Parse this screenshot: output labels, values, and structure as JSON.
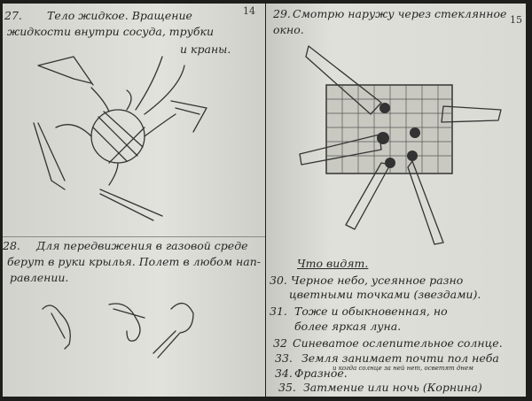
{
  "left_page": {
    "page_number": "14",
    "entry_27": {
      "number": "27.",
      "lines": [
        "Тело жидкое. Вращение",
        "жидкости внутри сосуда, трубки",
        "и краны."
      ]
    },
    "entry_28": {
      "number": "28.",
      "lines": [
        "Для передвижения в газовой среде",
        "берут в руки крылья. Полет в любом нап-",
        "равлении."
      ]
    }
  },
  "right_page": {
    "page_number": "15",
    "entry_29": {
      "number": "29.",
      "lines": [
        "Смотрю наружу через стеклянное",
        "окно."
      ]
    },
    "heading": "Что видят.",
    "items": [
      {
        "number": "30.",
        "lines": [
          "Черное небо, усеянное разно",
          "цветными точками (звездами)."
        ]
      },
      {
        "number": "31.",
        "lines": [
          "Тоже и обыкновенная, но",
          "более яркая луна."
        ]
      },
      {
        "number": "32",
        "lines": [
          "Синеватое ослепительное солнце."
        ]
      },
      {
        "number": "33.",
        "lines": [
          "Земля занимает почти пол неба"
        ],
        "note": "и когда солнце за ней нет, осветят днем"
      },
      {
        "number": "34.",
        "lines": [
          "Фразное."
        ]
      },
      {
        "number": "35.",
        "lines": [
          "Затмение или ночь (Корнина)"
        ]
      }
    ]
  }
}
